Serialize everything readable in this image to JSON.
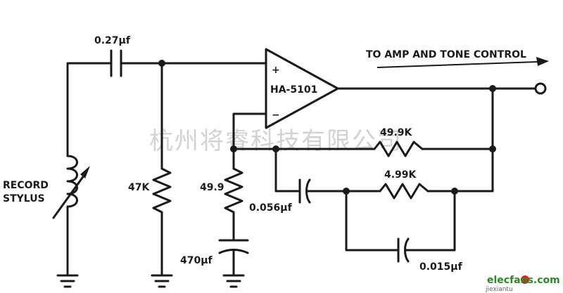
{
  "labels": {
    "input_cap": "0.27μf",
    "stylus_line1": "RECORD",
    "stylus_line2": "STYLUS",
    "r_47k": "47K",
    "opamp": "HA-5101",
    "plus": "+",
    "minus": "−",
    "output": "TO AMP AND TONE CONTROL",
    "r_49_9k": "49.9K",
    "r_4_99k": "4.99K",
    "r_49_9": "49.9",
    "c_0056": "0.056μf",
    "c_470": "470μf",
    "c_0015": "0.015μf"
  },
  "watermark": "杭州将睿科技有限公司",
  "logo": {
    "text": "elecfans.com",
    "sub": "jiexiantu"
  },
  "colors": {
    "ink": "#1a1a1a",
    "watermark": "#d2d2d2",
    "logo": "#2a8a2a",
    "logo_accent": "#d22"
  }
}
